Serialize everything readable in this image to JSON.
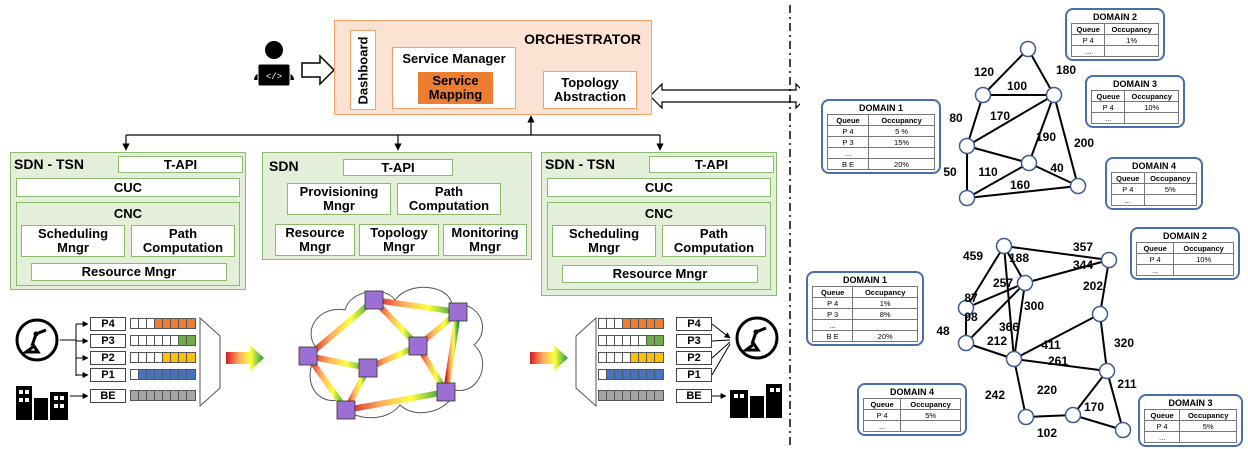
{
  "orchestrator": {
    "title": "ORCHESTRATOR",
    "dashboard": "Dashboard",
    "service_manager": "Service Manager",
    "service_mapping": "Service Mapping",
    "topology_abstraction": "Topology Abstraction"
  },
  "sdn_tsn_left": {
    "title": "SDN - TSN",
    "tapi": "T-API",
    "cuc": "CUC",
    "cnc": "CNC",
    "scheduling": "Scheduling Mngr",
    "path": "Path Computation",
    "resource": "Resource Mngr"
  },
  "sdn_mid": {
    "title": "SDN",
    "tapi": "T-API",
    "provisioning": "Provisioning Mngr",
    "path": "Path Computation",
    "resource": "Resource Mngr",
    "topology": "Topology Mngr",
    "monitoring": "Monitoring Mngr"
  },
  "sdn_tsn_right": {
    "title": "SDN - TSN",
    "tapi": "T-API",
    "cuc": "CUC",
    "cnc": "CNC",
    "scheduling": "Scheduling Mngr",
    "path": "Path Computation",
    "resource": "Resource Mngr"
  },
  "queues": [
    "P4",
    "P3",
    "P2",
    "P1",
    "BE"
  ],
  "queue_colors": {
    "P4": "#ed7d31",
    "P3": "#70ad47",
    "P2": "#ffc000",
    "P1": "#4472c4",
    "BE": "#a5a5a5"
  },
  "top_graph": {
    "edge_labels": [
      "120",
      "100",
      "180",
      "80",
      "170",
      "190",
      "200",
      "50",
      "110",
      "40",
      "160"
    ],
    "domains": [
      {
        "title": "DOMAIN 1",
        "headers": [
          "Queue",
          "Occupancy"
        ],
        "rows": [
          [
            "P 4",
            "5 %"
          ],
          [
            "P 3",
            "15%"
          ],
          [
            "...",
            ""
          ],
          [
            "B E",
            "20%"
          ]
        ]
      },
      {
        "title": "DOMAIN 2",
        "headers": [
          "Queue",
          "Occupancy"
        ],
        "rows": [
          [
            "P 4",
            "1%"
          ],
          [
            "...",
            ""
          ]
        ]
      },
      {
        "title": "DOMAIN 3",
        "headers": [
          "Queue",
          "Occupancy"
        ],
        "rows": [
          [
            "P 4",
            "10%"
          ],
          [
            "...",
            ""
          ]
        ]
      },
      {
        "title": "DOMAIN 4",
        "headers": [
          "Queue",
          "Occupancy"
        ],
        "rows": [
          [
            "P 4",
            "5%"
          ],
          [
            "...",
            ""
          ]
        ]
      }
    ]
  },
  "bottom_graph": {
    "edge_labels": [
      "459",
      "188",
      "357",
      "344",
      "257",
      "87",
      "98",
      "48",
      "202",
      "300",
      "366",
      "212",
      "411",
      "261",
      "320",
      "242",
      "220",
      "211",
      "170",
      "102"
    ],
    "domains": [
      {
        "title": "DOMAIN 1",
        "headers": [
          "Queue",
          "Occupancy"
        ],
        "rows": [
          [
            "P 4",
            "1%"
          ],
          [
            "P 3",
            "8%"
          ],
          [
            "...",
            ""
          ],
          [
            "B E",
            "20%"
          ]
        ]
      },
      {
        "title": "DOMAIN 2",
        "headers": [
          "Queue",
          "Occupancy"
        ],
        "rows": [
          [
            "P 4",
            "10%"
          ],
          [
            "...",
            ""
          ]
        ]
      },
      {
        "title": "DOMAIN 4",
        "headers": [
          "Queue",
          "Occupancy"
        ],
        "rows": [
          [
            "P 4",
            "5%"
          ],
          [
            "...",
            ""
          ]
        ]
      },
      {
        "title": "DOMAIN 3",
        "headers": [
          "Queue",
          "Occupancy"
        ],
        "rows": [
          [
            "P 4",
            "5%"
          ],
          [
            "...",
            ""
          ]
        ]
      }
    ]
  }
}
